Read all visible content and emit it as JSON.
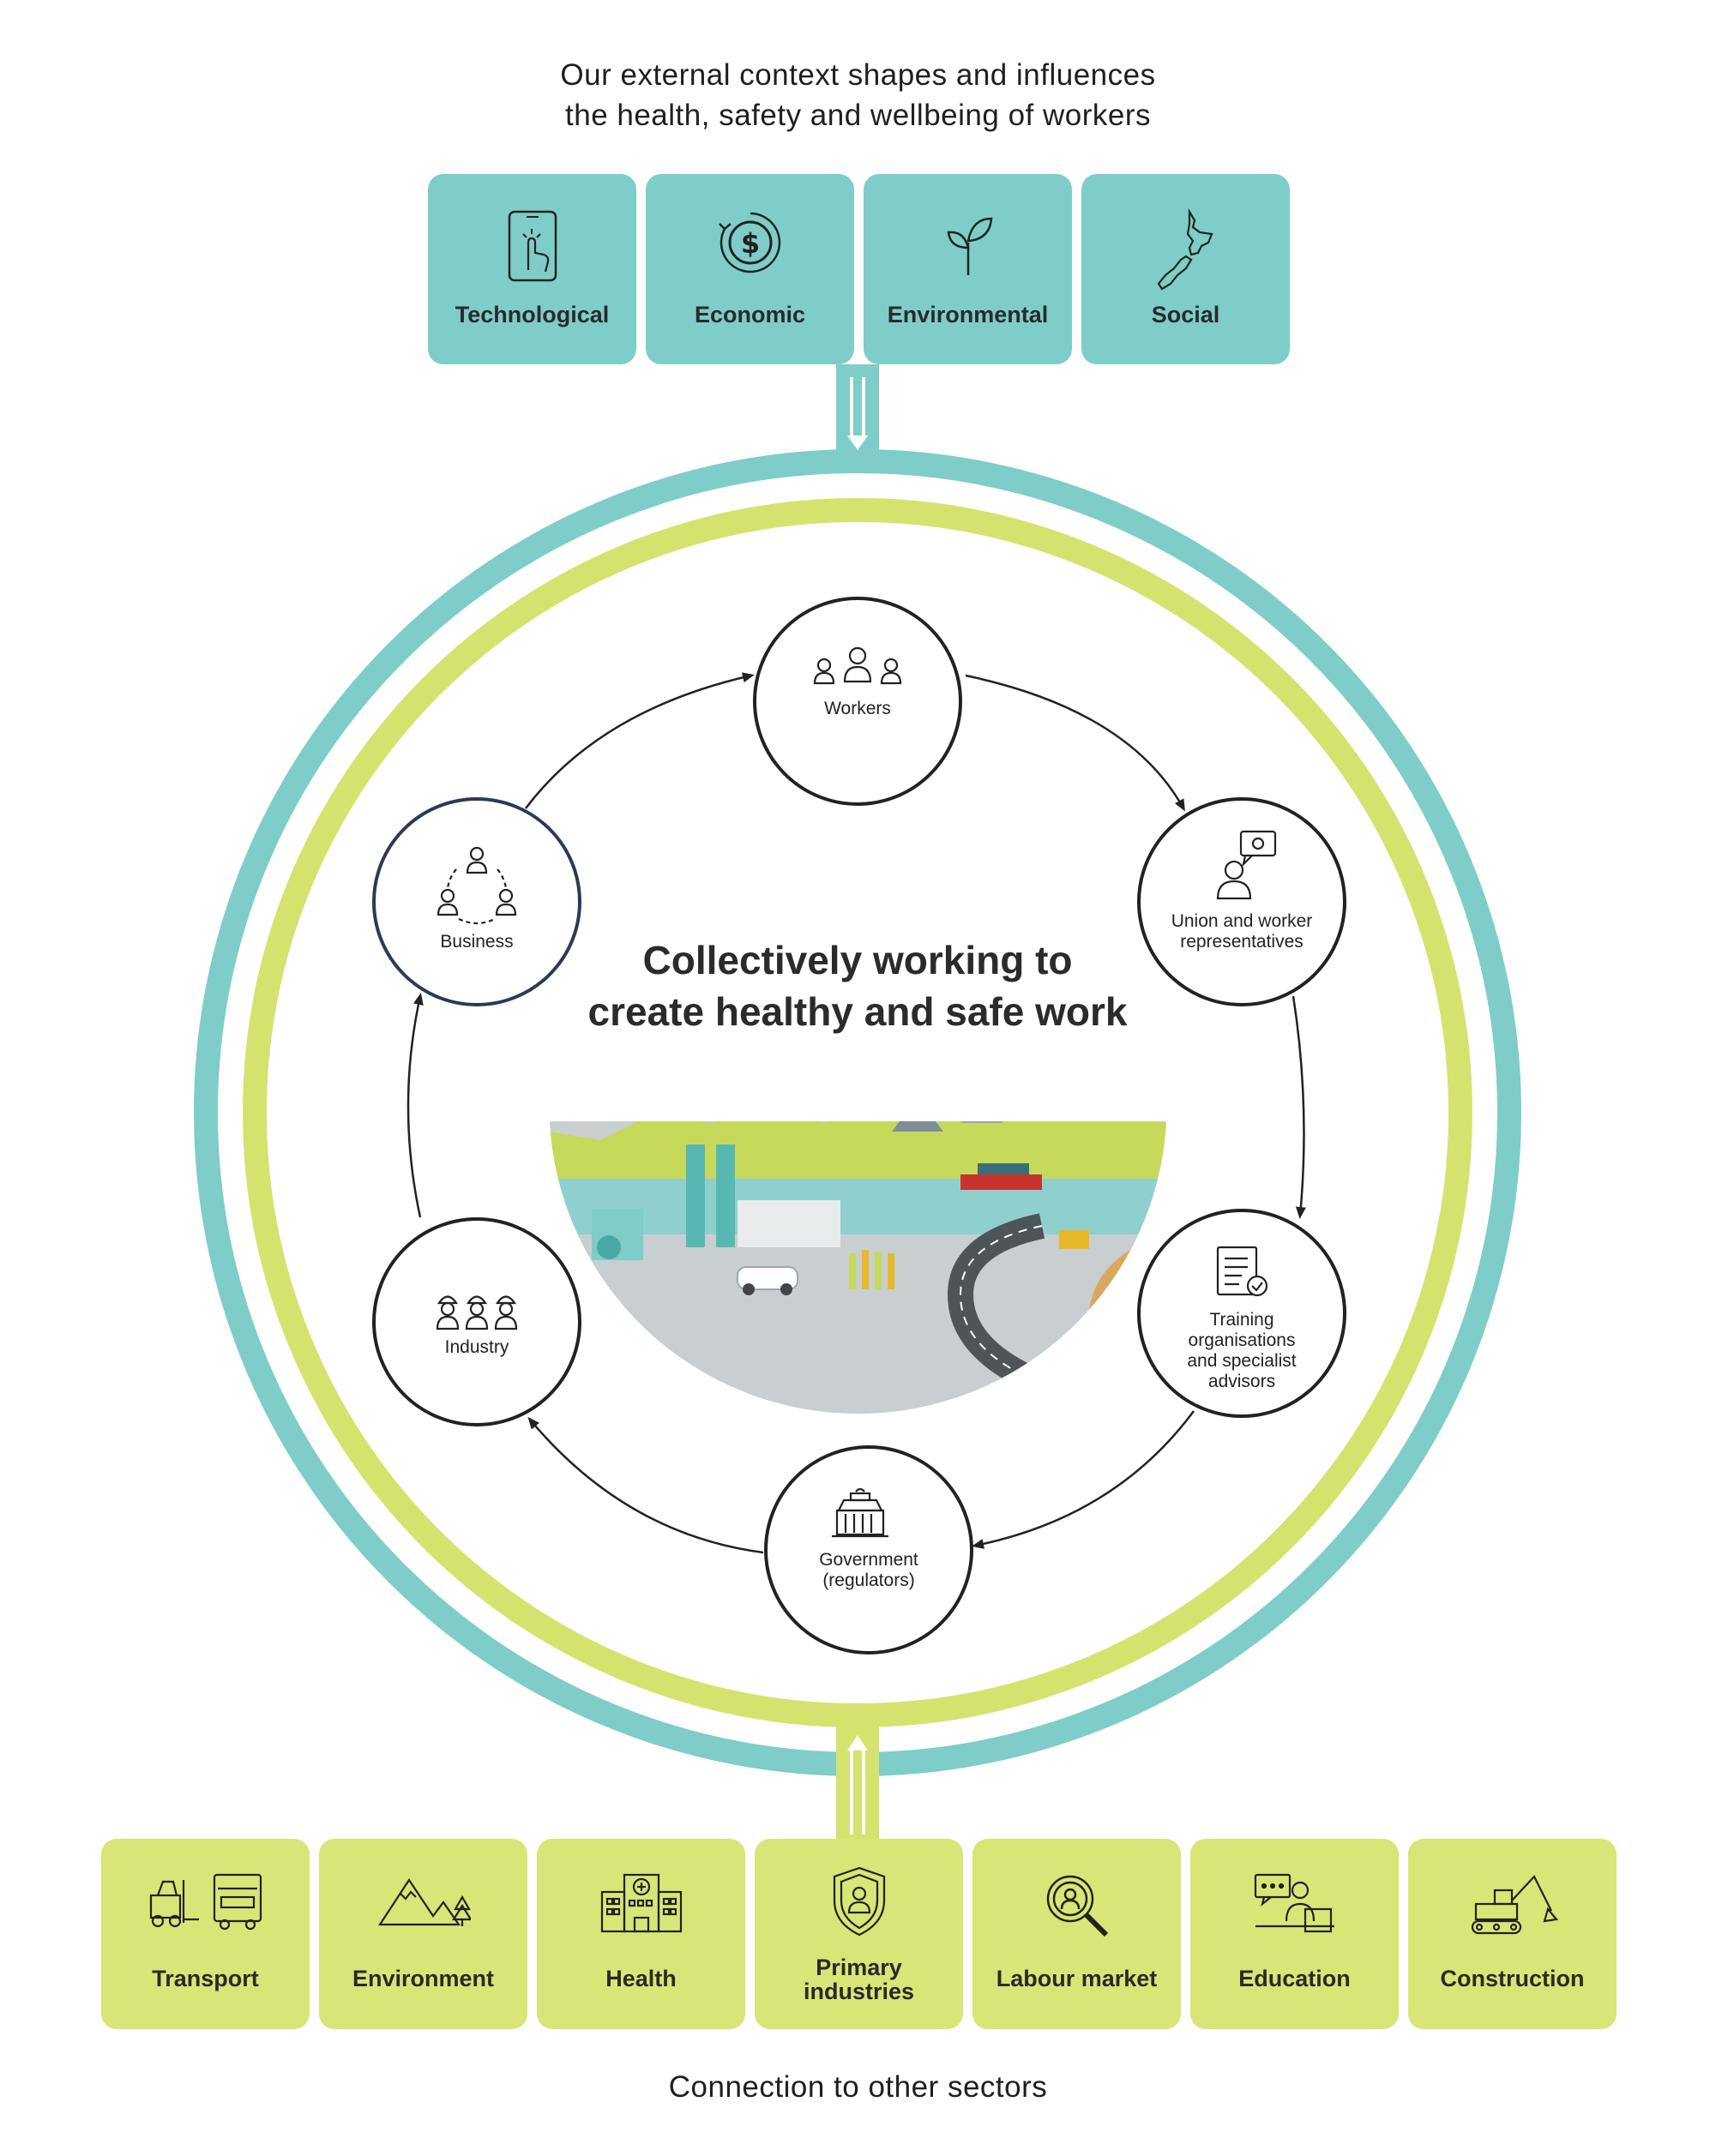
{
  "header": {
    "line1": "Our external context shapes and influences",
    "line2": "the health, safety and wellbeing of workers"
  },
  "context_tiles": [
    {
      "label": "Technological",
      "icon": "tablet-touch-icon"
    },
    {
      "label": "Economic",
      "icon": "dollar-cycle-icon"
    },
    {
      "label": "Environmental",
      "icon": "plant-sprout-icon"
    },
    {
      "label": "Social",
      "icon": "new-zealand-map-icon"
    }
  ],
  "center": {
    "line1": "Collectively working to",
    "line2": "create healthy and safe work"
  },
  "nodes": {
    "workers": {
      "label": "Workers",
      "icon": "worker-group-icon"
    },
    "union": {
      "line1": "Union and worker",
      "line2": "representatives",
      "icon": "person-speech-gear-icon"
    },
    "training": {
      "line1": "Training",
      "line2": "organisations",
      "line3": "and specialist",
      "line4": "advisors",
      "icon": "document-check-icon"
    },
    "government": {
      "line1": "Government",
      "line2": "(regulators)",
      "icon": "beehive-building-icon"
    },
    "industry": {
      "label": "Industry",
      "icon": "hard-hat-workers-icon"
    },
    "business": {
      "label": "Business",
      "icon": "people-cycle-icon"
    }
  },
  "sector_tiles": [
    {
      "label": "Transport",
      "icon": "forklift-truck-icon"
    },
    {
      "label": "Environment",
      "icon": "mountains-tree-icon"
    },
    {
      "label": "Health",
      "icon": "hospital-icon"
    },
    {
      "line1": "Primary",
      "line2": "industries",
      "icon": "shield-person-icon"
    },
    {
      "label": "Labour market",
      "icon": "magnifier-person-icon"
    },
    {
      "label": "Education",
      "icon": "teacher-board-icon"
    },
    {
      "label": "Construction",
      "icon": "excavator-icon"
    }
  ],
  "footer": {
    "label": "Connection to other sectors"
  },
  "colors": {
    "teal": "#7ecdc8",
    "lime": "#d9e576",
    "ring_teal": "#7ecdc8",
    "ring_lime": "#d4e36e",
    "dark": "#222222",
    "business_ring": "#2b3a55"
  }
}
